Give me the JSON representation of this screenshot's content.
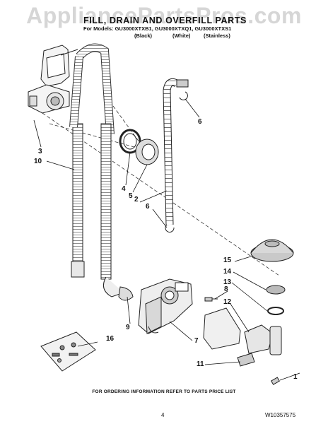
{
  "watermark": "AppliancePartsPros.com",
  "header": {
    "title": "FILL, DRAIN AND OVERFILL PARTS",
    "models": "For Models: GU3000XTXB1, GU3000XTXQ1, GU3000XTXS1",
    "variants": [
      "(Black)",
      "(White)",
      "(Stainless)"
    ]
  },
  "callouts": [
    "1",
    "2",
    "3",
    "4",
    "5",
    "6",
    "6",
    "7",
    "8",
    "9",
    "10",
    "11",
    "12",
    "13",
    "14",
    "15",
    "16"
  ],
  "footer": {
    "ordering_note": "FOR ORDERING INFORMATION REFER TO PARTS PRICE LIST",
    "page_number": "4",
    "document_number": "W10357575"
  }
}
